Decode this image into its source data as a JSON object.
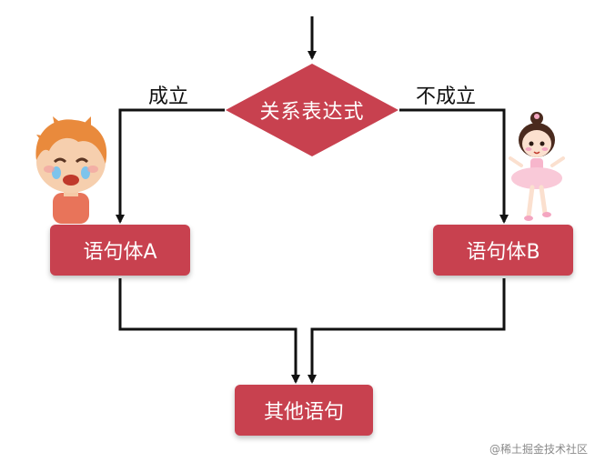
{
  "condition": {
    "label": "关系表达式"
  },
  "branches": {
    "true_label": "成立",
    "false_label": "不成立"
  },
  "boxes": {
    "a_label": "语句体A",
    "b_label": "语句体B",
    "other_label": "其他语句"
  },
  "watermark": "@稀土掘金技术社区",
  "colors": {
    "box_fill": "#c8414f",
    "line": "#111111"
  },
  "icons": {
    "left_figure": "crying-boy-icon",
    "right_figure": "ballerina-girl-icon"
  }
}
